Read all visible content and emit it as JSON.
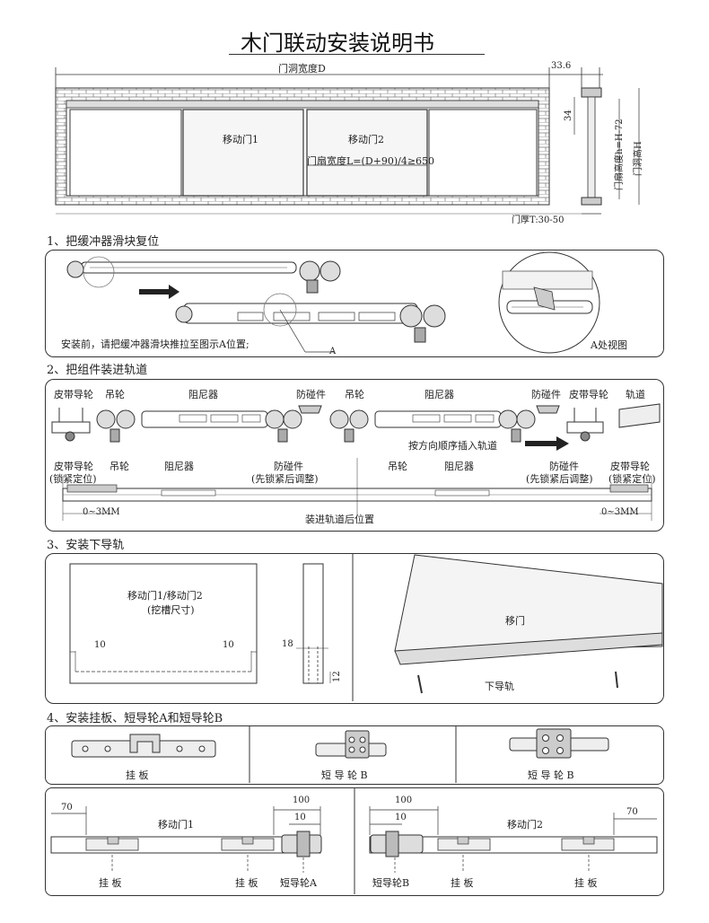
{
  "title": "木门联动安装说明书",
  "top": {
    "width_label": "门洞宽度D",
    "dim_336": "33.6",
    "dim_34": "34",
    "door1": "移动门1",
    "door2": "移动门2",
    "leaf_width": "门扇宽度L=(D+90)/4≥650",
    "leaf_height": "门扇高度h=H-72",
    "opening_height": "门洞高H",
    "thickness": "门厚T:30-50"
  },
  "s1": {
    "heading": "1、把缓冲器滑块复位",
    "note": "安装前，请把缓冲器滑块推拉至图示A位置;",
    "marker_a": "A",
    "view_a": "A处视图"
  },
  "s2": {
    "heading": "2、把组件装进轨道",
    "row1": [
      "皮带导轮",
      "吊轮",
      "阻尼器",
      "防碰件",
      "吊轮",
      "阻尼器",
      "防碰件",
      "皮带导轮",
      "轨道"
    ],
    "insert_note": "按方向顺序插入轨道",
    "row2_left": {
      "belt": "皮带导轮",
      "belt_sub": "(锁紧定位)",
      "wheel": "吊轮",
      "damper": "阻尼器",
      "bumper": "防碰件",
      "bumper_sub": "(先锁紧后调整)"
    },
    "row2_right": {
      "wheel": "吊轮",
      "damper": "阻尼器",
      "bumper": "防碰件",
      "bumper_sub": "(先锁紧后调整)",
      "belt": "皮带导轮",
      "belt_sub": "(锁紧定位)"
    },
    "gap_left": "0~3MM",
    "gap_right": "0~3MM",
    "position_note": "装进轨道后位置"
  },
  "s3": {
    "heading": "3、安装下导轨",
    "door_label": "移动门1/移动门2",
    "door_sub": "(挖槽尺寸)",
    "dim_10a": "10",
    "dim_10b": "10",
    "dim_18": "18",
    "dim_12": "12",
    "move_door": "移门",
    "bottom_rail": "下导轨"
  },
  "s4": {
    "heading": "4、安装挂板、短导轮A和短导轮B",
    "parts": [
      "挂 板",
      "短 导 轮 B",
      "短 导 轮 B"
    ],
    "left": {
      "dim70": "70",
      "dim100": "100",
      "dim10": "10",
      "door": "移动门1",
      "lbl_hang1": "挂 板",
      "lbl_hang2": "挂 板",
      "lbl_short": "短导轮A"
    },
    "right": {
      "dim100": "100",
      "dim10": "10",
      "dim70": "70",
      "door": "移动门2",
      "lbl_short": "短导轮B",
      "lbl_hang1": "挂 板",
      "lbl_hang2": "挂 板"
    }
  }
}
